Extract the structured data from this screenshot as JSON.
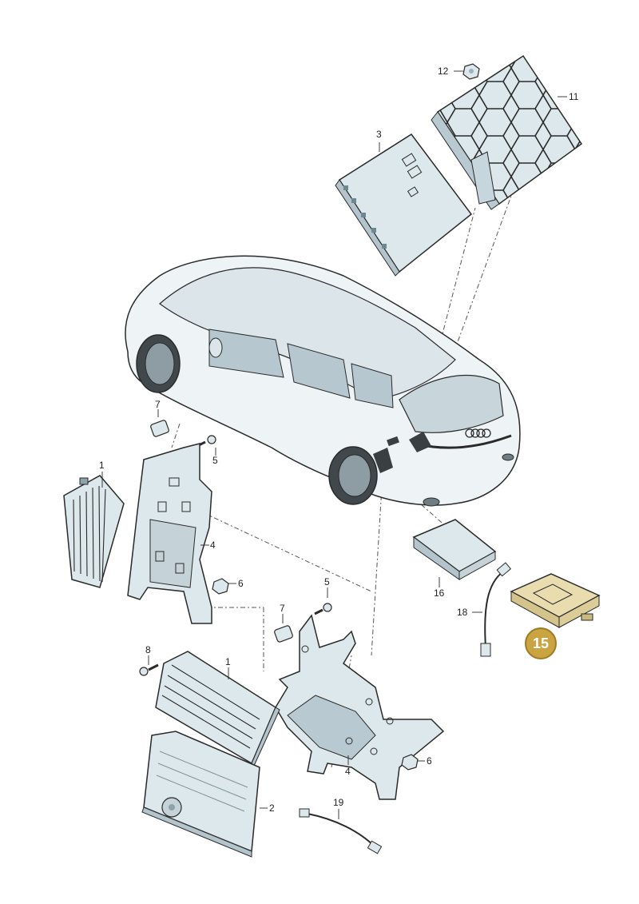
{
  "diagram": {
    "highlight_color": "#e9dcae",
    "part_fill": "#dde8ec",
    "outline_color": "#2a2a2a",
    "highlighted_part": "15",
    "labels": {
      "l12": "12",
      "l11": "11",
      "l3": "3",
      "l7a": "7",
      "l5a": "5",
      "l1a": "1",
      "l4a": "4",
      "l6a": "6",
      "l5b": "5",
      "l7b": "7",
      "l8": "8",
      "l1b": "1",
      "l16": "16",
      "l18": "18",
      "l15": "15",
      "l4b": "4",
      "l6b": "6",
      "l2": "2",
      "l19": "19"
    }
  }
}
